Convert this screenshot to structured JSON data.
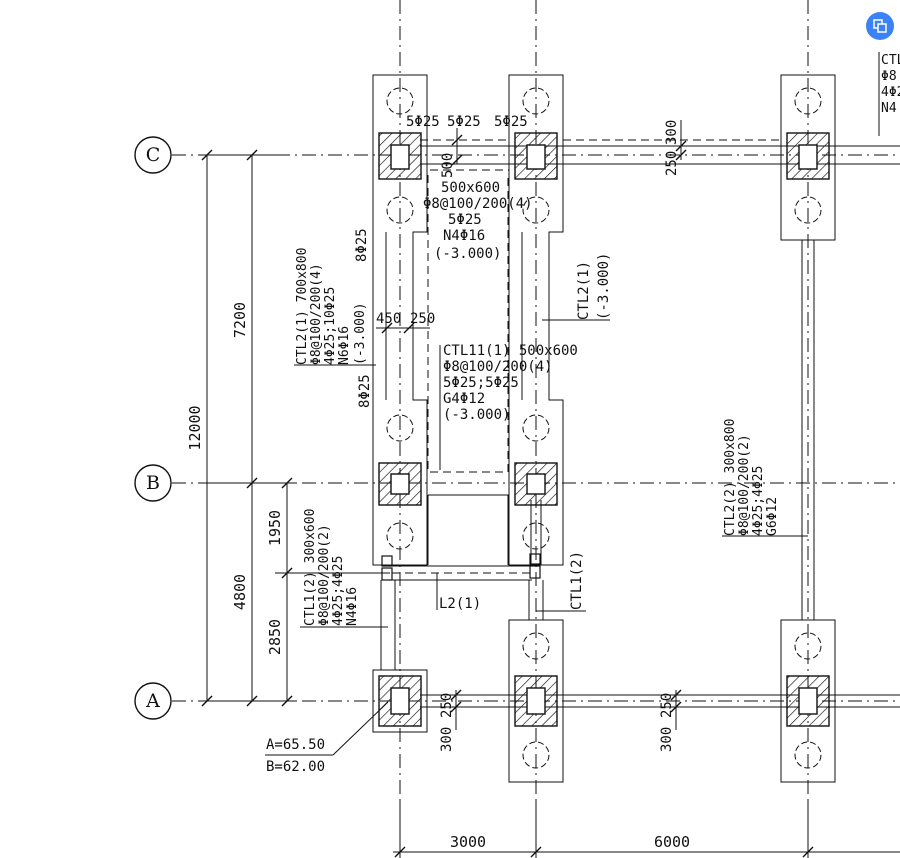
{
  "axes": {
    "row_labels": [
      "C",
      "B",
      "A"
    ],
    "col_dims": [
      "3000",
      "6000"
    ],
    "left_dims": {
      "total": "12000",
      "upper": "7200",
      "lower": "4800",
      "sub_upper": "1950",
      "sub_lower": "2850"
    }
  },
  "dims": {
    "d_5phi25_a": "5Φ25",
    "d_5phi25_b": "5Φ25",
    "d_5phi25_c": "5Φ25",
    "d_500": "500",
    "d_300_top": "300",
    "d_250_top": "250",
    "d_450": "450",
    "d_250_mid": "250",
    "d_8phi25_upper": "8Φ25",
    "d_8phi25_lower": "8Φ25",
    "d_250_btm_left": "250",
    "d_300_btm_left": "300",
    "d_250_btm_right": "250",
    "d_300_btm_right": "300"
  },
  "beams": {
    "upper_tie": [
      "500x600",
      "Φ8@100/200(4)",
      "5Φ25",
      "N4Φ16",
      "(-3.000)"
    ],
    "ctl2_1_left": [
      "CTL2(1) 700x800",
      "Φ8@100/200(4)",
      "4Φ25;10Φ25",
      "N6Φ16",
      "(-3.000)"
    ],
    "ctl2_1_right": [
      "CTL2(1)",
      "(-3.000)"
    ],
    "ctl11": [
      "CTL11(1) 500x600",
      "Φ8@100/200(4)",
      "5Φ25;5Φ25",
      "G4Φ12",
      "(-3.000)"
    ],
    "ctl2_2": [
      "CTL2(2) 300x800",
      "Φ8@100/200(2)",
      "4Φ25;4Φ25",
      "G6Φ12"
    ],
    "ctl1_2": [
      "CTL1(2) 300x600",
      "Φ8@100/200(2)",
      "4Φ25;4Φ25",
      "N4Φ16"
    ],
    "ctl1_2_right": "CTL1(2)",
    "l2": "L2(1)",
    "top_right": [
      "CTL",
      "Φ8",
      "4Φ2",
      "N4"
    ]
  },
  "elevation": {
    "a": "A=65.50",
    "b": "B=62.00"
  },
  "ui": {
    "tool_icon": "copy-frame-icon",
    "accent": "#3b82f6"
  }
}
